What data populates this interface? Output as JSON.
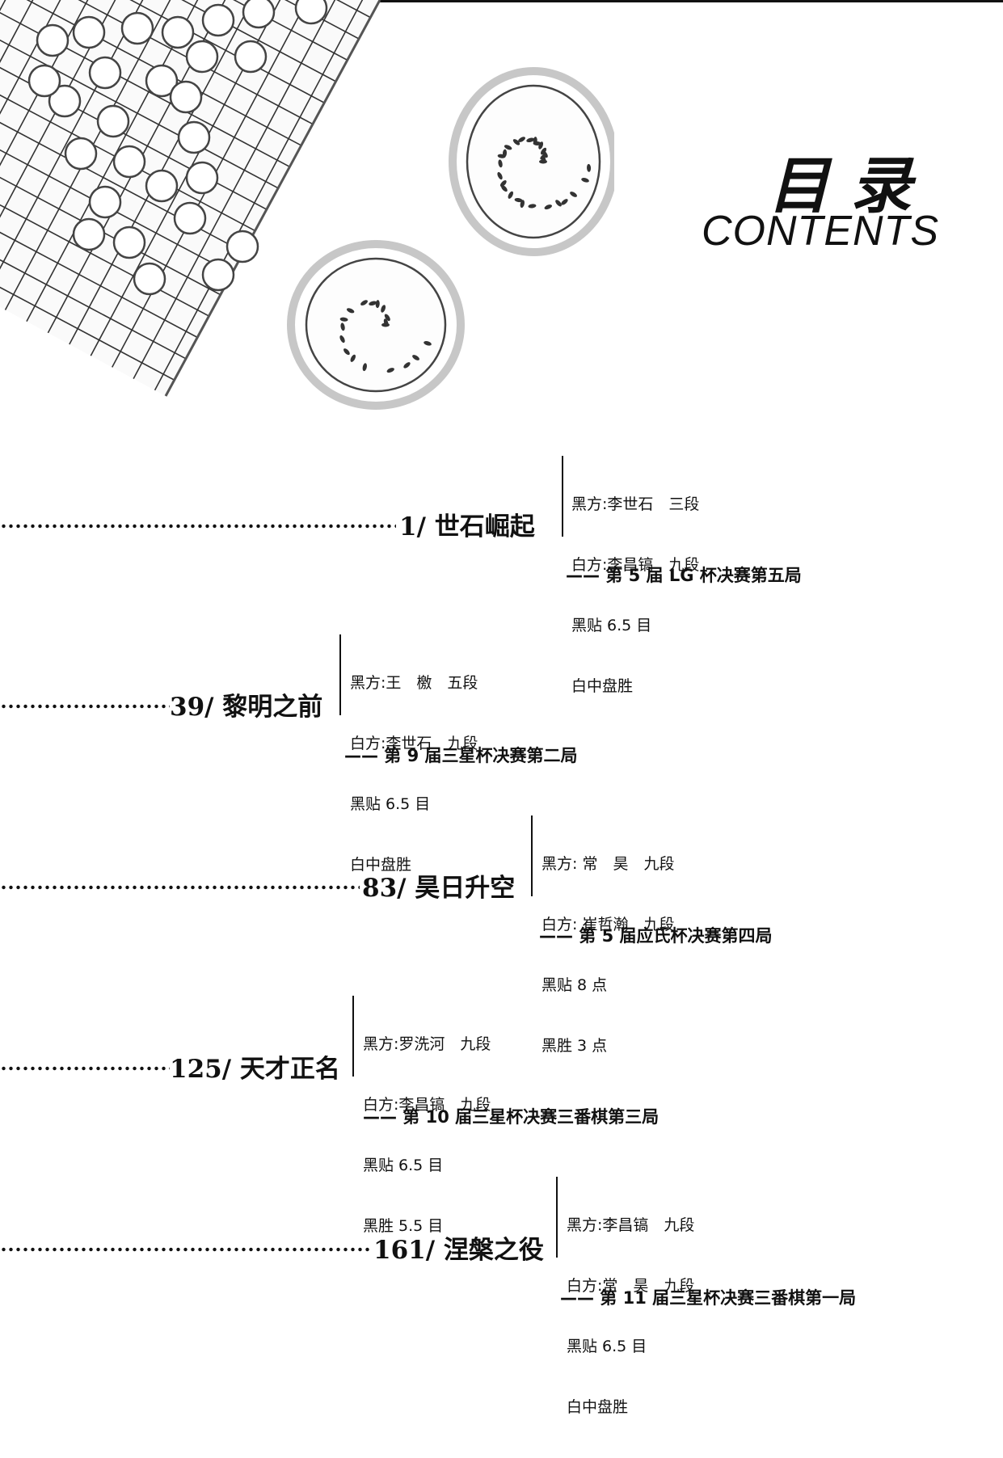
{
  "heading": {
    "cn": "目录",
    "en": "CONTENTS"
  },
  "entries": [
    {
      "page": "1/",
      "title": "世石崛起",
      "meta": [
        "黑方:李世石　三段",
        "白方:李昌镐　九段",
        "黑贴 6.5 目",
        "白中盘胜"
      ],
      "event": "—— 第 5 届 LG 杯决赛第五局"
    },
    {
      "page": "39/",
      "title": "黎明之前",
      "meta": [
        "黑方:王　檄　五段",
        "白方:李世石　九段",
        "黑贴 6.5 目",
        "白中盘胜"
      ],
      "event": "—— 第 9 届三星杯决赛第二局"
    },
    {
      "page": "83/",
      "title": "昊日升空",
      "meta": [
        "黑方: 常　昊　九段",
        "白方: 崔哲瀚　九段",
        "黑贴 8 点",
        "黑胜 3 点"
      ],
      "event": "—— 第 5 届应氏杯决赛第四局"
    },
    {
      "page": "125/",
      "title": "天才正名",
      "meta": [
        "黑方:罗洗河　九段",
        "白方:李昌镐　九段",
        "黑贴 6.5 目",
        "黑胜 5.5 目"
      ],
      "event": "—— 第 10 届三星杯决赛三番棋第三局"
    },
    {
      "page": "161/",
      "title": "涅槃之役",
      "meta": [
        "黑方:李昌镐　九段",
        "白方:常　昊　九段",
        "黑贴 6.5 目",
        "白中盘胜"
      ],
      "event": "—— 第 11 届三星杯决赛三番棋第一局"
    }
  ]
}
